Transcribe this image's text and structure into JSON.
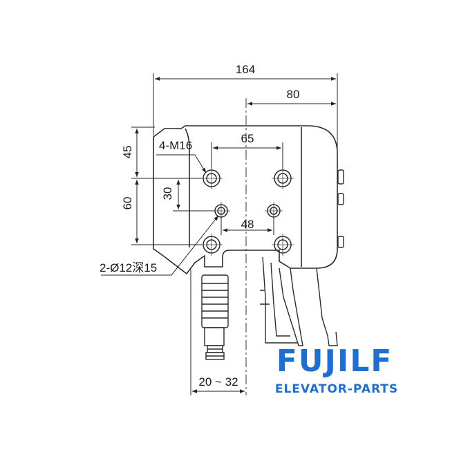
{
  "drawing": {
    "dimensions": {
      "overall_width": "164",
      "right_width": "80",
      "bolt_spacing": "65",
      "top_offset": "45",
      "vertical_spacing": "60",
      "hole_offset": "30",
      "pin_spacing": "48",
      "adjust_range": "20 ~ 32"
    },
    "callouts": {
      "threaded_holes": "4-M16",
      "pin_holes": "2-Ø12深15"
    }
  },
  "brand": {
    "name": "FUJILF",
    "tagline": "ELEVATOR-PARTS",
    "color": "#1f6fd1"
  }
}
